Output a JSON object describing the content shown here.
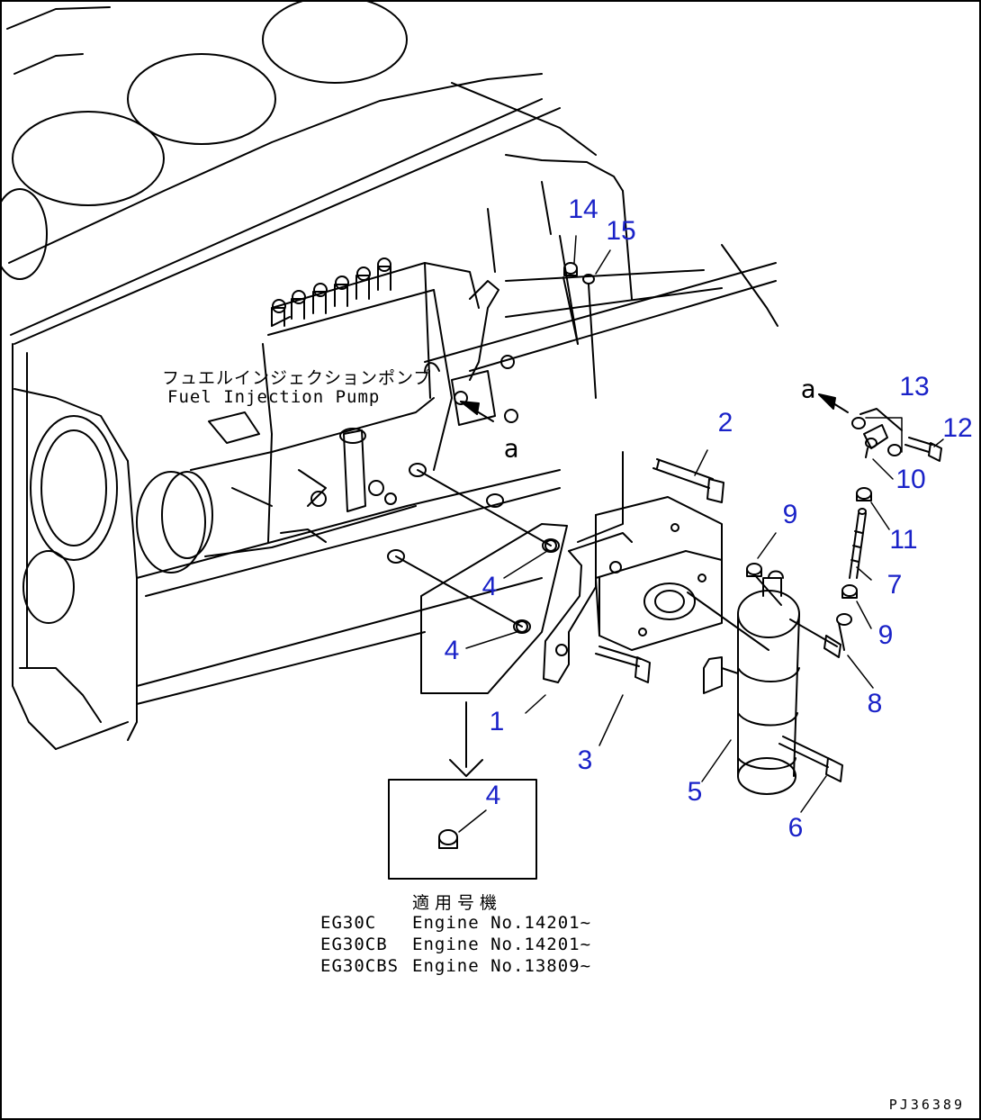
{
  "labels": {
    "pump_jp": "フュエルインジェクションポンプ",
    "pump_en": "Fuel Injection Pump",
    "view_a": "a",
    "applicability_title": "適用号機",
    "applicability": [
      {
        "model": "EG30C",
        "engine": "Engine No.14201~"
      },
      {
        "model": "EG30CB",
        "engine": "Engine No.14201~"
      },
      {
        "model": "EG30CBS",
        "engine": "Engine No.13809~"
      }
    ],
    "drawing_number": "PJ36389"
  },
  "callouts": {
    "c1": "1",
    "c2": "2",
    "c3": "3",
    "c4a": "4",
    "c4b": "4",
    "c4c": "4",
    "c5": "5",
    "c6": "6",
    "c7": "7",
    "c8": "8",
    "c9a": "9",
    "c9b": "9",
    "c10": "10",
    "c11": "11",
    "c12": "12",
    "c13": "13",
    "c14": "14",
    "c15": "15"
  },
  "colors": {
    "callout": "#1a22c8",
    "line": "#000000",
    "background": "#ffffff"
  }
}
